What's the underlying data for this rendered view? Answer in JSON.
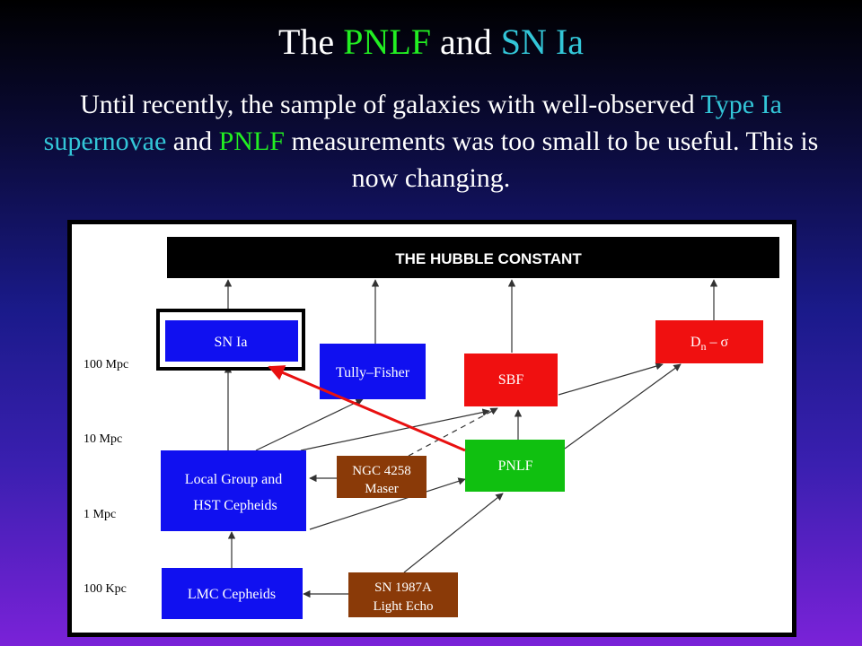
{
  "slide": {
    "title_prefix": "The ",
    "title_pnlf": "PNLF",
    "title_mid": " and ",
    "title_snia": "SN Ia",
    "subtitle_p1": "Until recently, the sample of galaxies with well-observed ",
    "subtitle_typeia": "Type Ia supernovae",
    "subtitle_p2": " and ",
    "subtitle_pnlf": "PNLF",
    "subtitle_p3": " measurements was too small to be useful. This is now changing."
  },
  "diagram": {
    "header": "THE  HUBBLE  CONSTANT",
    "scale_labels": {
      "mpc100": "100 Mpc",
      "mpc10": "10 Mpc",
      "mpc1": "1 Mpc",
      "kpc100": "100 Kpc"
    },
    "boxes": {
      "snia": "SN Ia",
      "tully": "Tully–Fisher",
      "sbf": "SBF",
      "dn_main": "D",
      "dn_sub": "n",
      "dn_tail": " – σ",
      "local1": "Local Group and",
      "local2": "HST Cepheids",
      "ngc1": "NGC 4258",
      "ngc2": "Maser",
      "pnlf": "PNLF",
      "lmc": "LMC Cepheids",
      "sn87_1": "SN 1987A",
      "sn87_2": "Light Echo"
    },
    "colors": {
      "blue": "#1010f0",
      "red": "#f01010",
      "green": "#10c010",
      "brown": "#8a3a08",
      "black": "#000000",
      "highlight_arrow": "#e81010"
    }
  }
}
